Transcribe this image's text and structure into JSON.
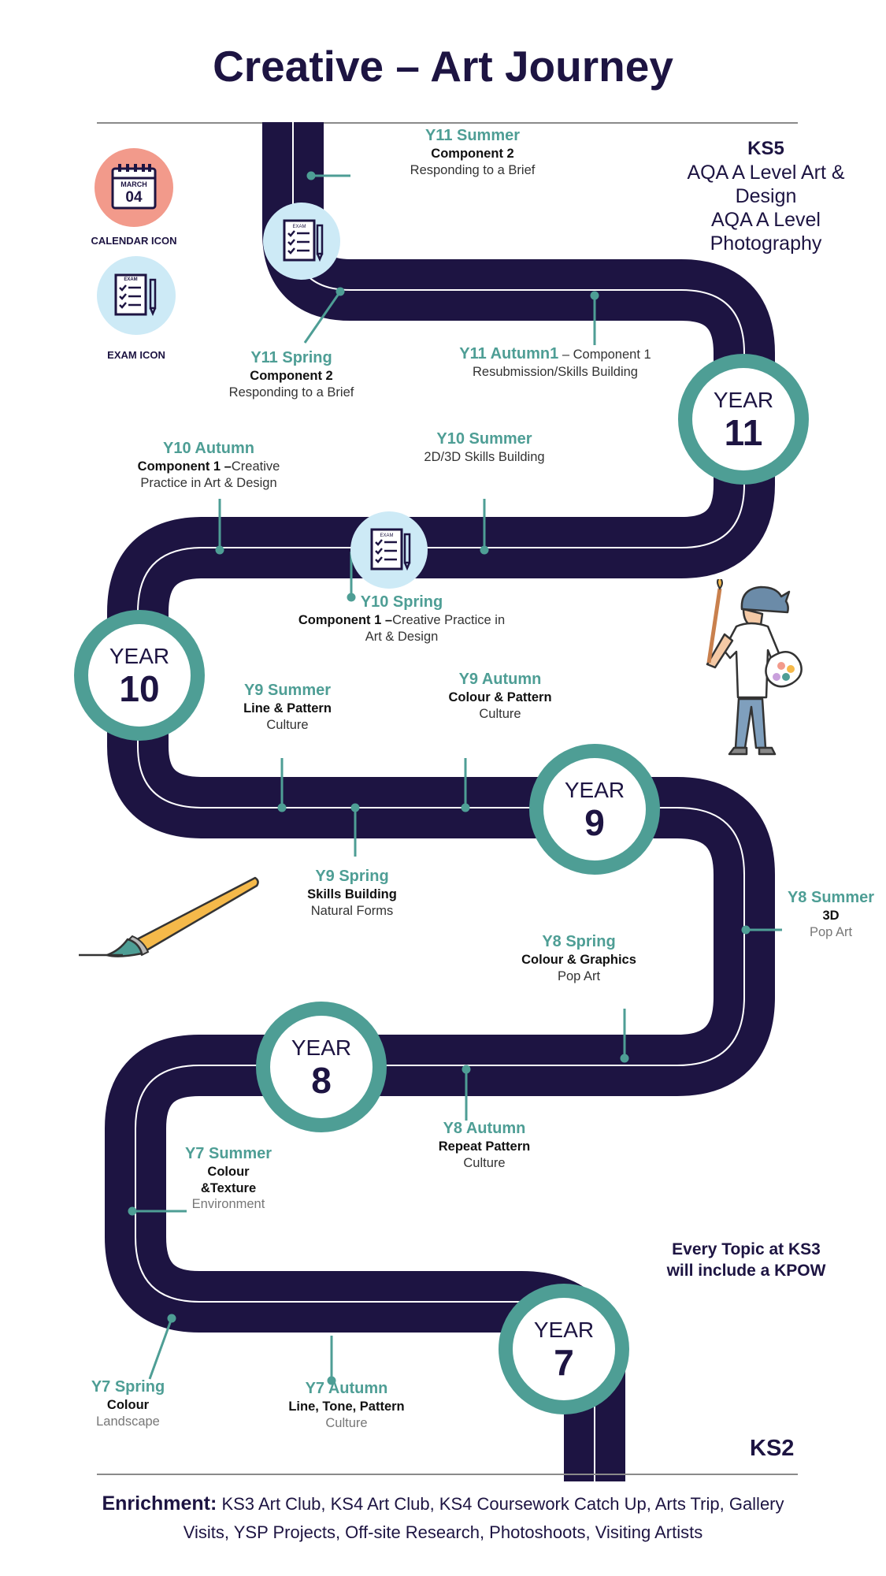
{
  "title": "Creative – Art Journey",
  "ks5": {
    "heading": "KS5",
    "line1": "AQA A Level Art &",
    "line2": "Design",
    "line3": "AQA A Level",
    "line4": "Photography"
  },
  "ks2": "KS2",
  "kpow": {
    "line1": "Every Topic at KS3",
    "line2": "will include a KPOW"
  },
  "legend": {
    "calendar_month": "MARCH",
    "calendar_day": "04",
    "calendar_caption": "CALENDAR ICON",
    "exam_tag": "EXAM",
    "exam_caption": "EXAM ICON"
  },
  "years": [
    {
      "word": "YEAR",
      "num": "11"
    },
    {
      "word": "YEAR",
      "num": "10"
    },
    {
      "word": "YEAR",
      "num": "9"
    },
    {
      "word": "YEAR",
      "num": "8"
    },
    {
      "word": "YEAR",
      "num": "7"
    }
  ],
  "terms": {
    "y11_summer": {
      "term": "Y11 Summer",
      "l1": "Component 2",
      "l2": "Responding to a Brief"
    },
    "y11_spring": {
      "term": "Y11 Spring",
      "l1": "Component 2",
      "l2": "Responding to a Brief"
    },
    "y11_autumn": {
      "term": "Y11 Autumn1",
      "rest": " – Component 1",
      "l2": "Resubmission/Skills Building"
    },
    "y10_autumn": {
      "term": "Y10 Autumn",
      "bold": "Component 1 –",
      "rest": "Creative",
      "l2": "Practice in Art & Design"
    },
    "y10_summer": {
      "term": "Y10 Summer",
      "l1": "2D/3D Skills Building"
    },
    "y10_spring": {
      "term": "Y10 Spring",
      "bold": "Component 1 –",
      "rest": "Creative Practice in",
      "l2": "Art & Design"
    },
    "y9_summer": {
      "term": "Y9 Summer",
      "l1": "Line & Pattern",
      "l2": "Culture"
    },
    "y9_autumn": {
      "term": "Y9 Autumn",
      "l1": "Colour & Pattern",
      "l2": "Culture"
    },
    "y9_spring": {
      "term": "Y9 Spring",
      "l1": "Skills Building",
      "l2": "Natural Forms"
    },
    "y8_summer": {
      "term": "Y8 Summer",
      "l1": "3D",
      "l2": "Pop Art"
    },
    "y8_spring": {
      "term": "Y8 Spring",
      "l1": "Colour & Graphics",
      "l2": "Pop Art"
    },
    "y8_autumn": {
      "term": "Y8 Autumn",
      "l1": "Repeat Pattern",
      "l2": "Culture"
    },
    "y7_summer": {
      "term": "Y7 Summer",
      "l1": "Colour",
      "l1b": "&Texture",
      "l2": "Environment"
    },
    "y7_spring": {
      "term": "Y7 Spring",
      "l1": "Colour",
      "l2": "Landscape"
    },
    "y7_autumn": {
      "term": "Y7 Autumn",
      "l1": "Line, Tone, Pattern",
      "l2": "Culture"
    }
  },
  "enrichment": {
    "label": "Enrichment:",
    "line1": " KS3 Art Club, KS4 Art Club, KS4 Coursework Catch Up,  Arts Trip, Gallery",
    "line2": "Visits, YSP Projects, Off-site Research, Photoshoots, Visiting Artists"
  },
  "colors": {
    "road": "#1d1442",
    "accent": "#4e9e95",
    "ring": "#4e9e95",
    "exam_bg": "#cdeaf6",
    "calendar_bg": "#f29a8b",
    "brush": "#f5b94a"
  }
}
